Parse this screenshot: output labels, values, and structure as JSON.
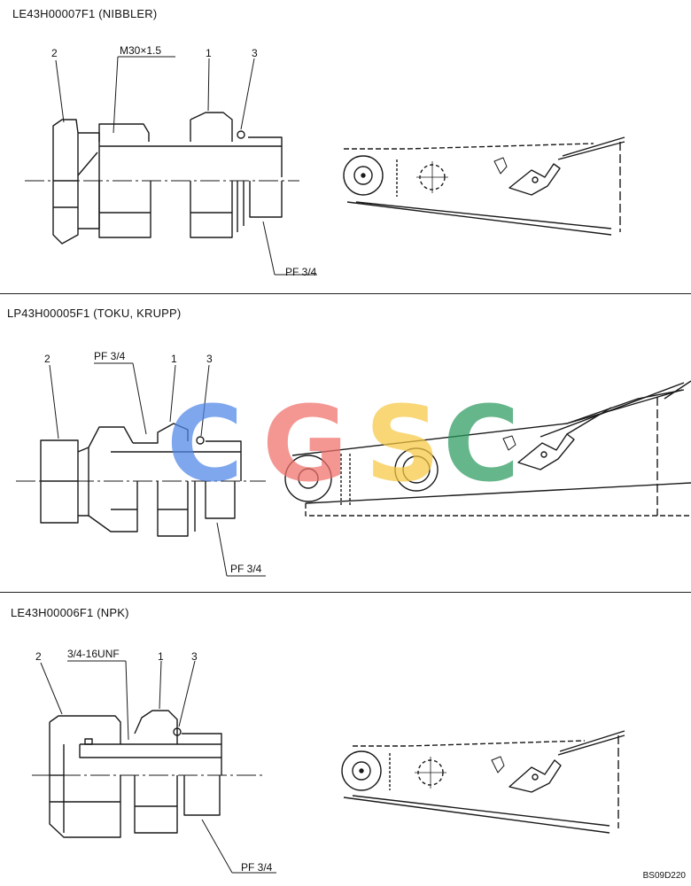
{
  "sections": [
    {
      "title": "LE43H00007F1 (NIBBLER)",
      "callouts": {
        "part2": "2",
        "thread": "M30×1.5",
        "part1": "1",
        "part3": "3",
        "port": "PF 3/4"
      }
    },
    {
      "title": "LP43H00005F1 (TOKU, KRUPP)",
      "callouts": {
        "part2": "2",
        "thread": "PF 3/4",
        "part1": "1",
        "part3": "3",
        "port": "PF 3/4"
      }
    },
    {
      "title": "LE43H00006F1 (NPK)",
      "callouts": {
        "part2": "2",
        "thread": "3/4-16UNF",
        "part1": "1",
        "part3": "3",
        "port": "PF 3/4"
      }
    }
  ],
  "watermark": {
    "letters": [
      "C",
      "G",
      "S",
      "C"
    ],
    "colors": [
      "#4f86e8",
      "#f0706a",
      "#f7c843",
      "#2c9a5f"
    ]
  },
  "document_code": "BS09D220",
  "colors": {
    "line": "#1a1a1a",
    "background": "#ffffff"
  }
}
